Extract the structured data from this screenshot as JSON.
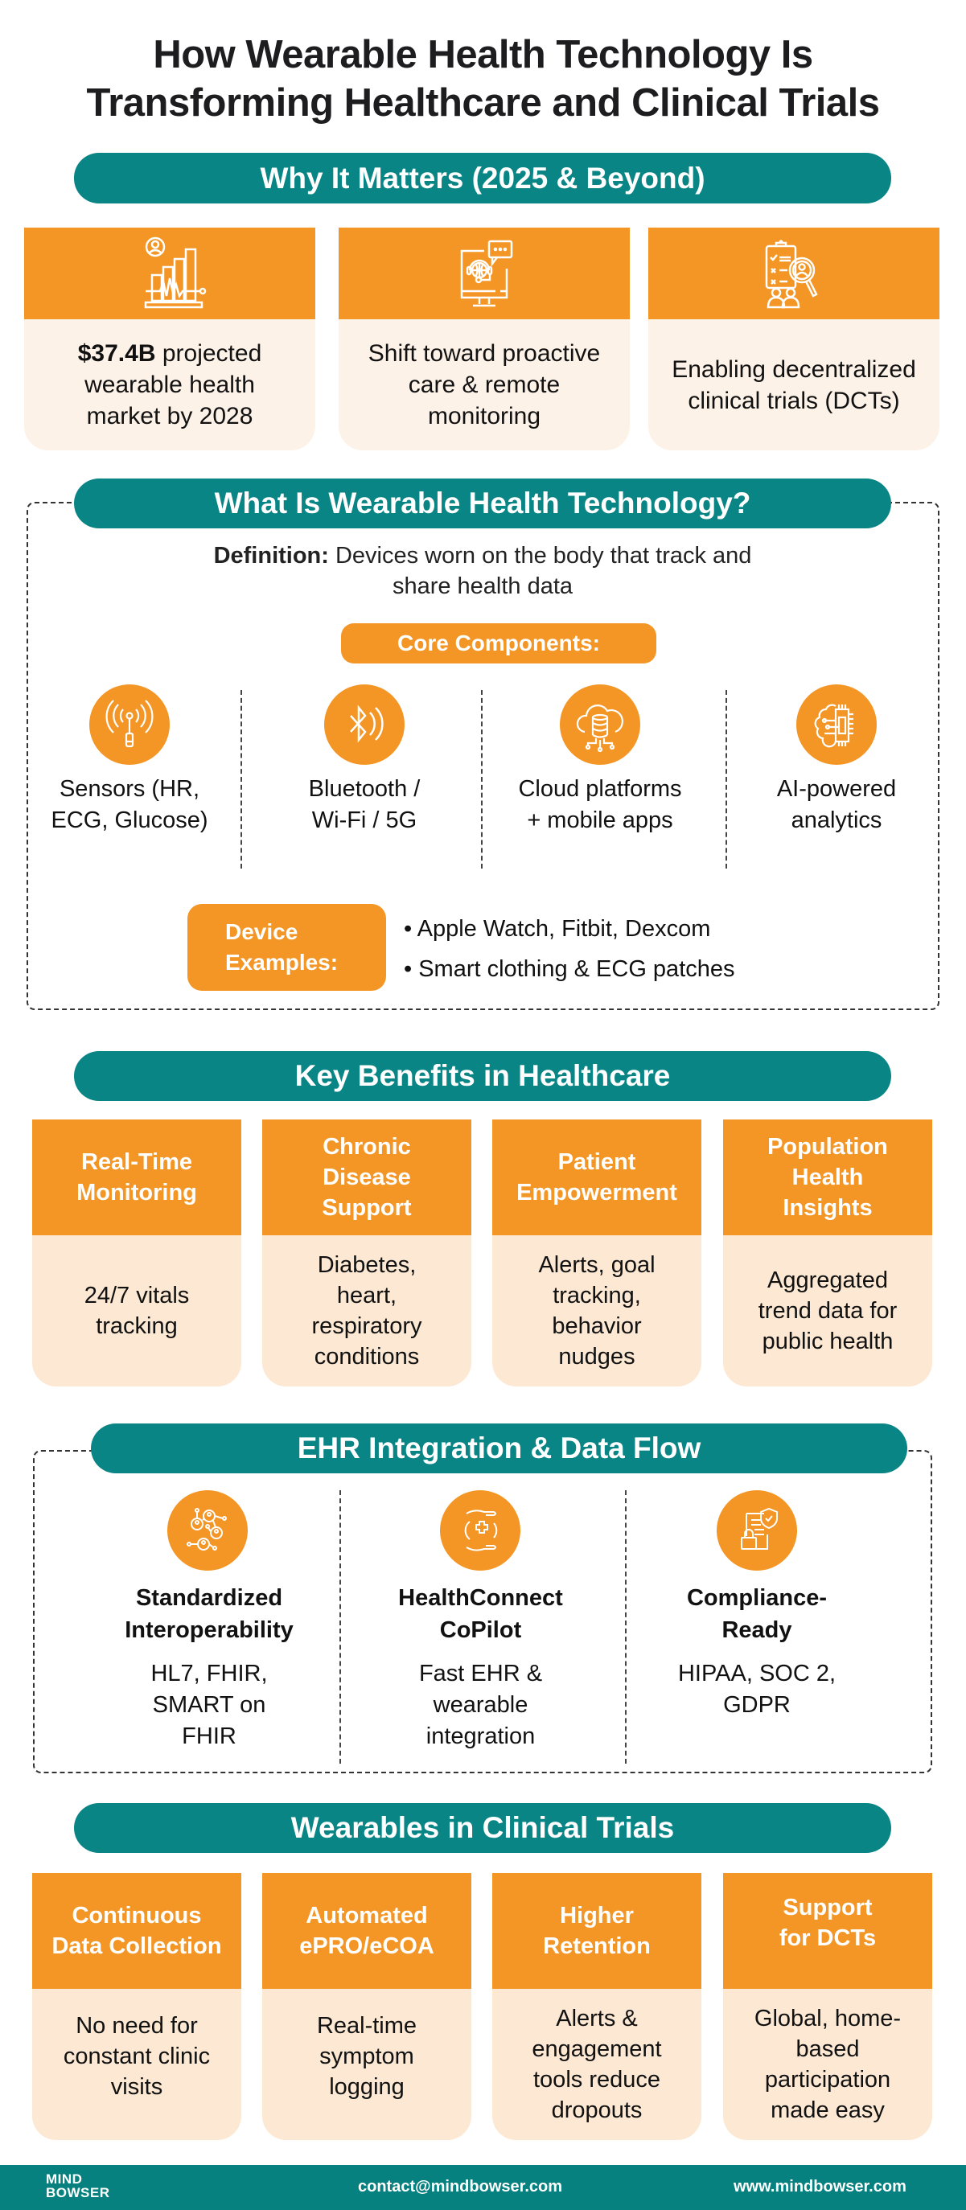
{
  "title": {
    "line1": "How Wearable Health Technology Is",
    "line2": "Transforming Healthcare and Clinical Trials"
  },
  "colors": {
    "teal": "#0a8585",
    "orange": "#f39625",
    "peach": "#fce8d3",
    "cream": "#fdf2e8",
    "footer": "#06817f"
  },
  "why_it_matters": {
    "heading": "Why It Matters (2025 & Beyond)",
    "cards": [
      {
        "icon": "market-growth-chart-icon",
        "bold": "$37.4B",
        "text_rest": " projected wearable health market by 2028"
      },
      {
        "icon": "remote-monitoring-screen-icon",
        "bold": "",
        "text_rest": "Shift toward proactive care & remote monitoring"
      },
      {
        "icon": "clinical-trial-clipboard-icon",
        "bold": "",
        "text_rest": "Enabling decentralized clinical trials (DCTs)"
      }
    ]
  },
  "what_is": {
    "heading": "What Is Wearable Health Technology?",
    "definition_label": "Definition:",
    "definition_text": " Devices worn on the body that track and share health data",
    "core_label": "Core Components:",
    "components": [
      {
        "icon": "sensor-signal-icon",
        "label": "Sensors (HR, ECG, Glucose)"
      },
      {
        "icon": "bluetooth-icon",
        "label": "Bluetooth / Wi-Fi / 5G"
      },
      {
        "icon": "cloud-database-icon",
        "label": "Cloud platforms + mobile apps"
      },
      {
        "icon": "ai-brain-chip-icon",
        "label": "AI-powered analytics"
      }
    ],
    "device_examples_label": "Device Examples:",
    "device_examples": [
      "Apple Watch, Fitbit, Dexcom",
      "Smart clothing & ECG patches"
    ]
  },
  "benefits": {
    "heading": "Key Benefits in Healthcare",
    "cards": [
      {
        "title": "Real-Time Monitoring",
        "text": "24/7 vitals tracking"
      },
      {
        "title": "Chronic Disease Support",
        "text": "Diabetes, heart, respiratory conditions"
      },
      {
        "title": "Patient Empowerment",
        "text": "Alerts, goal tracking, behavior nudges"
      },
      {
        "title": "Population Health Insights",
        "text": "Aggregated trend data for public health"
      }
    ]
  },
  "ehr": {
    "heading": "EHR Integration & Data Flow",
    "items": [
      {
        "icon": "interoperability-network-icon",
        "title": "Standardized Interoperability",
        "text": "HL7, FHIR, SMART on FHIR"
      },
      {
        "icon": "healthcare-hands-icon",
        "title": "HealthConnect CoPilot",
        "text": "Fast EHR & wearable integration"
      },
      {
        "icon": "compliance-shield-lock-icon",
        "title": "Compliance-Ready",
        "text": "HIPAA, SOC 2, GDPR"
      }
    ]
  },
  "clinical_trials": {
    "heading": "Wearables in Clinical Trials",
    "cards": [
      {
        "title": "Continuous Data Collection",
        "text": "No need for constant clinic visits"
      },
      {
        "title": "Automated ePRO/eCOA",
        "text": "Real-time symptom logging"
      },
      {
        "title": "Higher Retention",
        "text": "Alerts & engagement tools reduce dropouts"
      },
      {
        "title": "Support for DCTs",
        "text": "Global, home-based participation made easy"
      }
    ]
  },
  "footer": {
    "logo_line1": "MIND",
    "logo_line2": "BOWSER",
    "email": "contact@mindbowser.com",
    "website": "www.mindbowser.com"
  }
}
